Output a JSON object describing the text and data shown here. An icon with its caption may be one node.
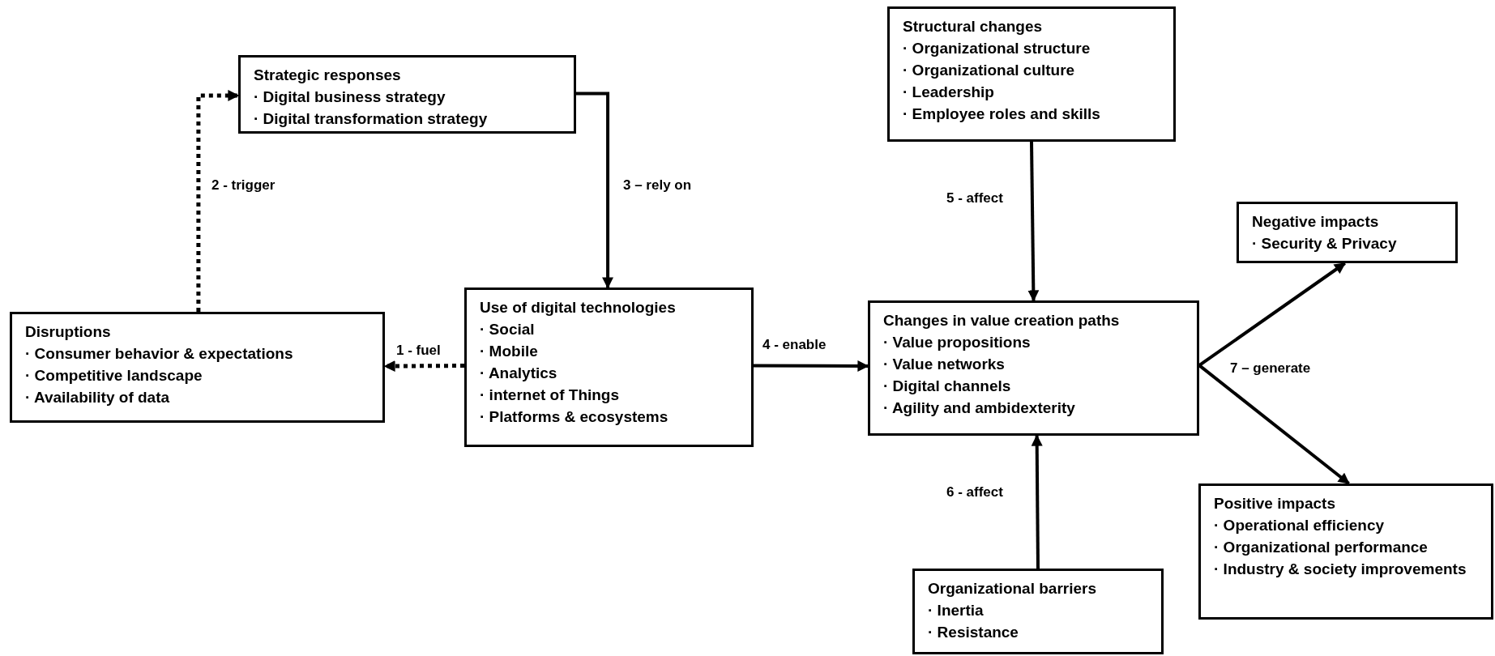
{
  "diagram": {
    "nodes": [
      {
        "text": [
          "Strategic responses",
          "· Digital business strategy",
          "· Digital transformation strategy"
        ]
      },
      {
        "text": [
          "Structural changes",
          "· Organizational structure",
          "· Organizational culture",
          "· Leadership",
          "· Employee roles and skills"
        ]
      },
      {
        "text": [
          "Negative impacts",
          "· Security & Privacy"
        ]
      },
      {
        "text": [
          "Disruptions",
          "· Consumer behavior & expectations",
          "· Competitive landscape",
          "· Availability of data"
        ]
      },
      {
        "text": [
          "Use of digital technologies",
          "· Social",
          "· Mobile",
          "· Analytics",
          "· internet of Things",
          "· Platforms & ecosystems"
        ]
      },
      {
        "text": [
          "Changes in value creation paths",
          "· Value propositions",
          "· Value networks",
          "· Digital channels",
          "· Agility and ambidexterity"
        ]
      },
      {
        "text": [
          "Positive impacts",
          "· Operational efficiency",
          "· Organizational performance",
          "· Industry & society improvements"
        ]
      },
      {
        "text": [
          "Organizational barriers",
          "· Inertia",
          "· Resistance"
        ]
      }
    ],
    "edges": [
      {
        "from": 4,
        "to": 3,
        "arrow": "to",
        "label": "1 - fuel",
        "style": "dashed"
      },
      {
        "from": 3,
        "to": 0,
        "arrow": "to",
        "label": "2 - trigger",
        "style": "dashed"
      },
      {
        "from": 0,
        "to": 4,
        "arrow": "to",
        "label": "3 – rely on"
      },
      {
        "from": 4,
        "to": 5,
        "arrow": "to",
        "label": "4 - enable"
      },
      {
        "from": 1,
        "to": 5,
        "arrow": "to",
        "label": "5 - affect"
      },
      {
        "from": 7,
        "to": 5,
        "arrow": "to",
        "label": "6 - affect"
      },
      {
        "from": 5,
        "to": 2,
        "arrow": "to",
        "label": "7 – generate"
      },
      {
        "from": 5,
        "to": 6,
        "arrow": "to"
      }
    ]
  }
}
